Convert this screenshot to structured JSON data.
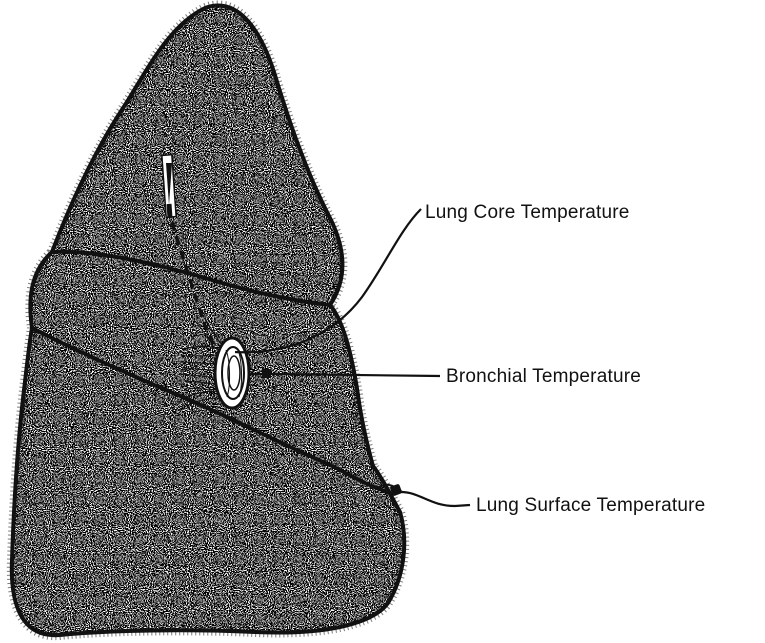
{
  "labels": {
    "lung_core": "Lung Core Temperature",
    "bronchial": "Bronchial Temperature",
    "lung_surface": "Lung Surface Temperature"
  },
  "colors": {
    "ink": "#111111",
    "paper": "#ffffff"
  }
}
